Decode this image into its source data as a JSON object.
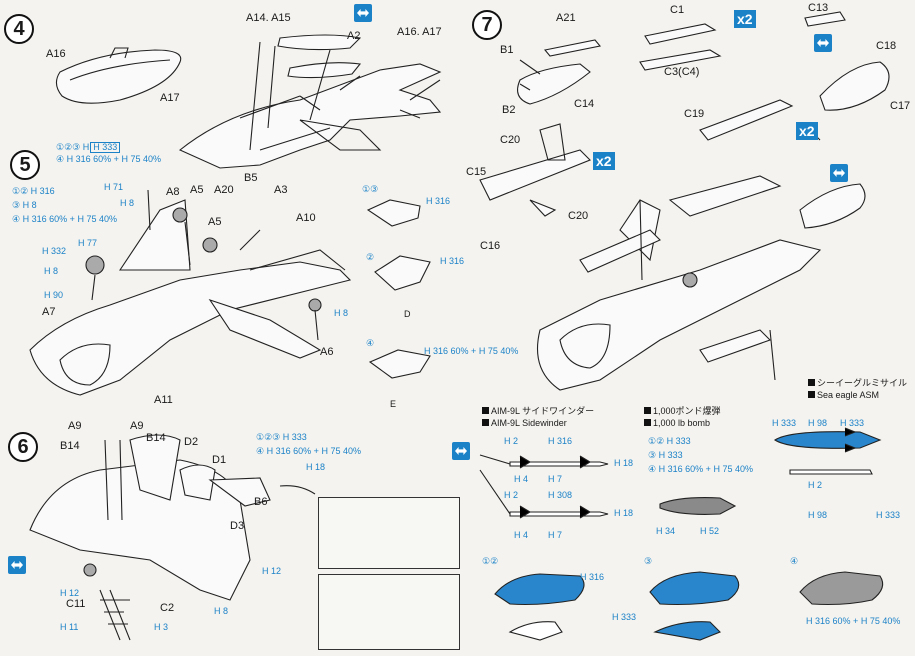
{
  "steps": {
    "s4": "4",
    "s5": "5",
    "s6": "6",
    "s7": "7"
  },
  "x2": "x2",
  "parts": {
    "A14A15": "A14. A15",
    "A2": "A2",
    "A16A17": "A16. A17",
    "A16": "A16",
    "A17": "A17",
    "A8": "A8",
    "A5a": "A5",
    "A20": "A20",
    "B5": "B5",
    "A3": "A3",
    "A5b": "A5",
    "A10": "A10",
    "A7": "A7",
    "A6": "A6",
    "A11": "A11",
    "A9a": "A9",
    "A9b": "A9",
    "B14a": "B14",
    "B14b": "B14",
    "D2": "D2",
    "D1": "D1",
    "D3": "D3",
    "B6": "B6",
    "C11": "C11",
    "C2": "C2",
    "A21": "A21",
    "B1": "B1",
    "B2": "B2",
    "C1": "C1",
    "C3C4": "C3(C4)",
    "C13": "C13",
    "C18": "C18",
    "C17": "C17",
    "C19": "C19",
    "C14": "C14",
    "C20a": "C20",
    "C20b": "C20",
    "C15": "C15",
    "C16": "C16",
    "D": "D",
    "E": "E"
  },
  "paint": {
    "s5a": "①②③",
    "s5a_c": "H 333",
    "s5b": "④",
    "s5b_c1": "H 316",
    "s5b_mix": "60% +",
    "s5b_c2": "H 75",
    "s5b_pct": "40%",
    "s5c": "①②",
    "s5c_c": "H 316",
    "s5d": "③",
    "s5d_c": "H 8",
    "s5e": "④",
    "s5e_c1": "H 316",
    "s5e_mix": "60% +",
    "s5e_c2": "H 75",
    "s5e_pct": "40%",
    "h71": "H 71",
    "h8a": "H 8",
    "h332": "H 332",
    "h77": "H 77",
    "h8b": "H 8",
    "h90": "H 90",
    "h8c": "H 8",
    "d13": "①③",
    "d13_c": "H 316",
    "d2": "②",
    "d2_c": "H 316",
    "d4": "④",
    "d4_c1": "H 316",
    "d4_mix": "60% +",
    "d4_c2": "H 75",
    "d4_pct": "40%",
    "s6a": "①②③",
    "s6a_c": "H 333",
    "s6b": "④",
    "s6b_c1": "H 316",
    "s6b_mix": "60% +",
    "s6b_c2": "H 75",
    "s6b_pct": "40%",
    "h18a": "H 18",
    "h12a": "H 12",
    "h12b": "H 12",
    "h11": "H 11",
    "h3a": "H 3",
    "h8d": "H 8",
    "w_h2a": "H 2",
    "w_h316a": "H 316",
    "w_h18b": "H 18",
    "w_h4a": "H 4",
    "w_h7a": "H 7",
    "w_h2b": "H 2",
    "w_h308": "H 308",
    "w_h18c": "H 18",
    "w_h4b": "H 4",
    "w_h7b": "H 7",
    "b12": "①②",
    "b12_c": "H 333",
    "b3": "③",
    "b3_c": "H 333",
    "b4": "④",
    "b4_c1": "H 316",
    "b4_mix": "60% +",
    "b4_c2": "H 75",
    "b4_pct": "40%",
    "h34": "H 34",
    "h52": "H 52",
    "se_h333a": "H 333",
    "se_h98a": "H 98",
    "se_h333b": "H 333",
    "se_h2": "H 2",
    "se_h98b": "H 98",
    "se_h333c": "H 333",
    "t12": "①②",
    "t12_c": "H 316",
    "t3": "③",
    "t4": "④",
    "t_h333": "H 333",
    "t4_c1": "H 316",
    "t4_mix": "60% +",
    "t4_c2": "H 75",
    "t4_pct": "40%"
  },
  "notes": {
    "aim_jp": "AIM-9L サイドワインダー",
    "aim_en": "AIM-9L Sidewinder",
    "bomb_jp": "1,000ポンド爆弾",
    "bomb_en": "1,000 lb bomb",
    "se_jp": "シーイーグルミサイル",
    "se_en": "Sea eagle ASM"
  },
  "colors": {
    "accent": "#1c82c8",
    "ink": "#1a1a1a",
    "tank_blue": "#2a86cc",
    "tank_grey": "#9a9a9a"
  }
}
